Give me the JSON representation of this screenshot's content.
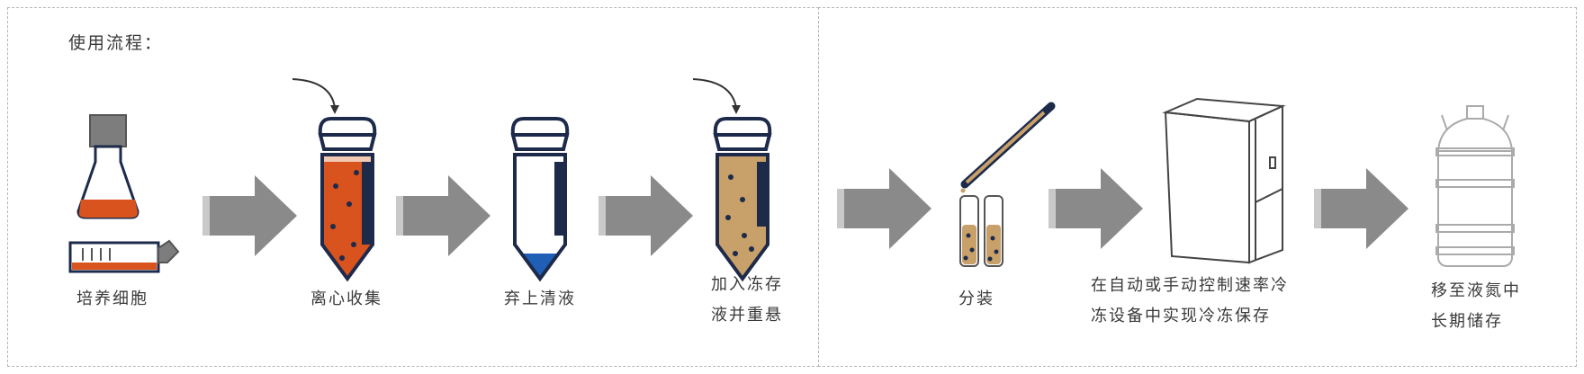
{
  "title": "使用流程：",
  "steps": [
    {
      "label": "培养细胞"
    },
    {
      "label": "离心收集"
    },
    {
      "label": "弃上清液"
    },
    {
      "label_line1": "加入冻存",
      "label_line2": "液并重悬"
    },
    {
      "label": "分装"
    },
    {
      "label_line1": "在自动或手动控制速率冷",
      "label_line2": "冻设备中实现冷冻保存"
    },
    {
      "label_line1": "移至液氮中",
      "label_line2": "长期储存"
    }
  ],
  "colors": {
    "arrow": "#8a8a8a",
    "orange": "#d9531e",
    "tan": "#c8a06a",
    "navy": "#1d2a4a",
    "blue": "#1f5fb5",
    "border": "#b5b5b5"
  }
}
